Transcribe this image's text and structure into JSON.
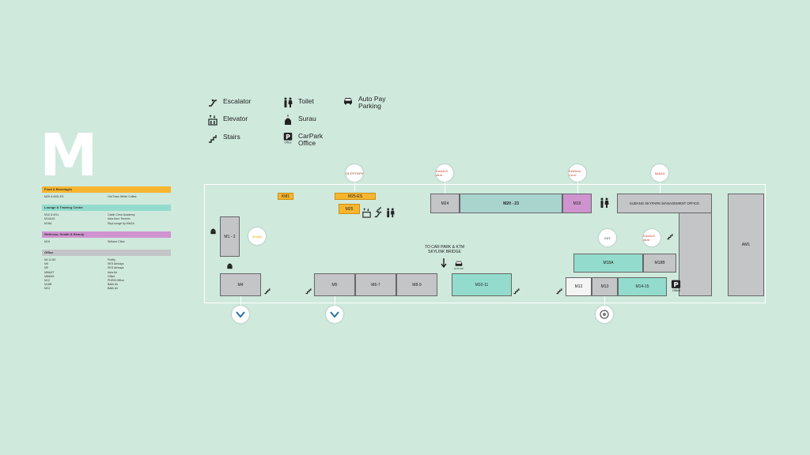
{
  "floor_letter": "M",
  "directory": {
    "sections": [
      {
        "title": "Food & Beverages",
        "color": "#f5b52e",
        "rows": [
          [
            "M25 & M25-ES",
            "Old Town White Coffee"
          ]
        ]
      },
      {
        "title": "Lounge & Training Center",
        "color": "#93dccd",
        "rows": [
          [
            "M10 & M11",
            "Cabin Crew Academy"
          ],
          [
            "M14&15",
            "Asia Aero Technic"
          ],
          [
            "M18A",
            "SkyLounge by MAZA"
          ]
        ]
      },
      {
        "title": "Wellness, Health & Beauty",
        "color": "#cf93cf",
        "rows": [
          [
            "M19",
            "Seltane Clinic"
          ]
        ]
      },
      {
        "title": "Office",
        "color": "#c4c5c7",
        "rows": [
          [
            "M1 & M2",
            "Firefly"
          ],
          [
            "M4",
            "SKS Airways"
          ],
          [
            "M5",
            "SKS Airways"
          ],
          [
            "M6&M7",
            "Asia Air"
          ],
          [
            "M8&M9",
            "Office"
          ],
          [
            "M12",
            "PDRM Office"
          ],
          [
            "M18B",
            "Batik Air"
          ],
          [
            "M24",
            "Batik Air"
          ]
        ]
      }
    ]
  },
  "legend": {
    "escalator": "Escalator",
    "elevator": "Elevator",
    "stairs": "Stairs",
    "toilet": "Toilet",
    "surau": "Surau",
    "carpark_office": "CarPark Office",
    "autopay": "Auto Pay Parking"
  },
  "rooms": {
    "km1": "KM1",
    "m25es": "M25-ES",
    "m25": "M25",
    "m24": "M24",
    "m2023": "M20 - 23",
    "m19": "M19",
    "mgmt": "SUBANG SKYPARK MANAGEMENT OFFICE",
    "am1": "AM1",
    "m12": "M1 - 2",
    "m4": "M4",
    "m5": "M5",
    "m67": "M6-7",
    "m89": "M8-9",
    "m1011": "M10-11",
    "m18a": "M18A",
    "m18b": "M18B",
    "m12b": "M12",
    "m13": "M13",
    "m1415": "M14-15"
  },
  "bridge_label": "TO CAR PARK & KTM SKYLINK BRIDGE",
  "autopay_small": "AUTO PAY",
  "office_small": "Office",
  "logos": {
    "swatch": "Swatch skin",
    "oldtown": "OLDTOWN",
    "firefly": "firefly",
    "maza": "MAZA",
    "sky": "SKY",
    "seltane": "Seltane Care"
  },
  "colors": {
    "bg": "#cfe9dd",
    "orange": "#f5b52e",
    "teal": "#93dccd",
    "purple": "#cf93cf",
    "grey": "#c4c5c7"
  }
}
